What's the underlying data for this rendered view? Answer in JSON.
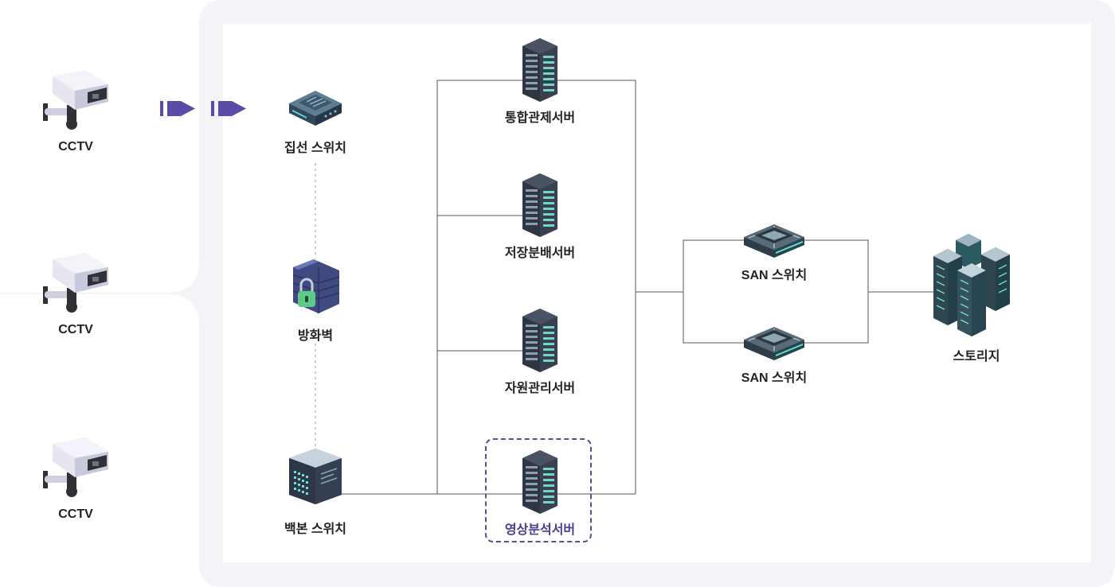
{
  "cameras": [
    {
      "label": "CCTV"
    },
    {
      "label": "CCTV"
    },
    {
      "label": "CCTV"
    }
  ],
  "network": {
    "aggregation_switch": "집선 스위치",
    "firewall": "방화벽",
    "backbone_switch": "백본 스위치"
  },
  "servers": [
    {
      "label": "통합관제서버"
    },
    {
      "label": "저장분배서버"
    },
    {
      "label": "자원관리서버"
    },
    {
      "label": "영상분석서버",
      "highlighted": true
    }
  ],
  "san_switches": [
    {
      "label": "SAN 스위치"
    },
    {
      "label": "SAN 스위치"
    }
  ],
  "storage": {
    "label": "스토리지"
  },
  "colors": {
    "accent": "#5b4ba8",
    "panel_outer": "#f3f3f8",
    "panel_inner": "#ffffff",
    "line": "#555555",
    "dashed_line": "#bbbbbb"
  }
}
